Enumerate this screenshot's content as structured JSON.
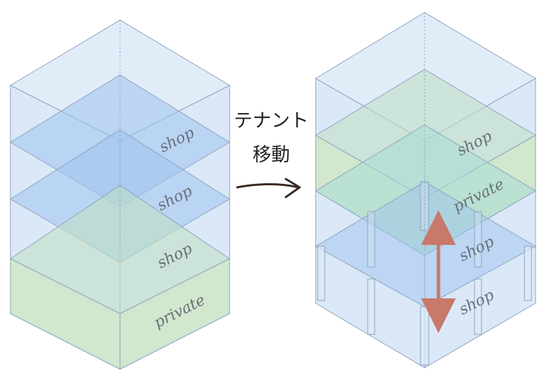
{
  "left_stack": {
    "labels": [
      "shop",
      "shop",
      "shop",
      "private"
    ]
  },
  "transition": {
    "line1": "テナント",
    "line2": "移動"
  },
  "right_stack": {
    "labels": [
      "shop",
      "private",
      "shop",
      "shop"
    ]
  },
  "colors": {
    "blue_volume": "#cfe0f5",
    "blue_floor": "#9ec3ee",
    "green_floor": "#bfe0c5",
    "private_green": "#cfe6c7",
    "edge": "#8fa3bb",
    "arrow_red": "#c8796a",
    "arrow_dark": "#3a2a22"
  }
}
